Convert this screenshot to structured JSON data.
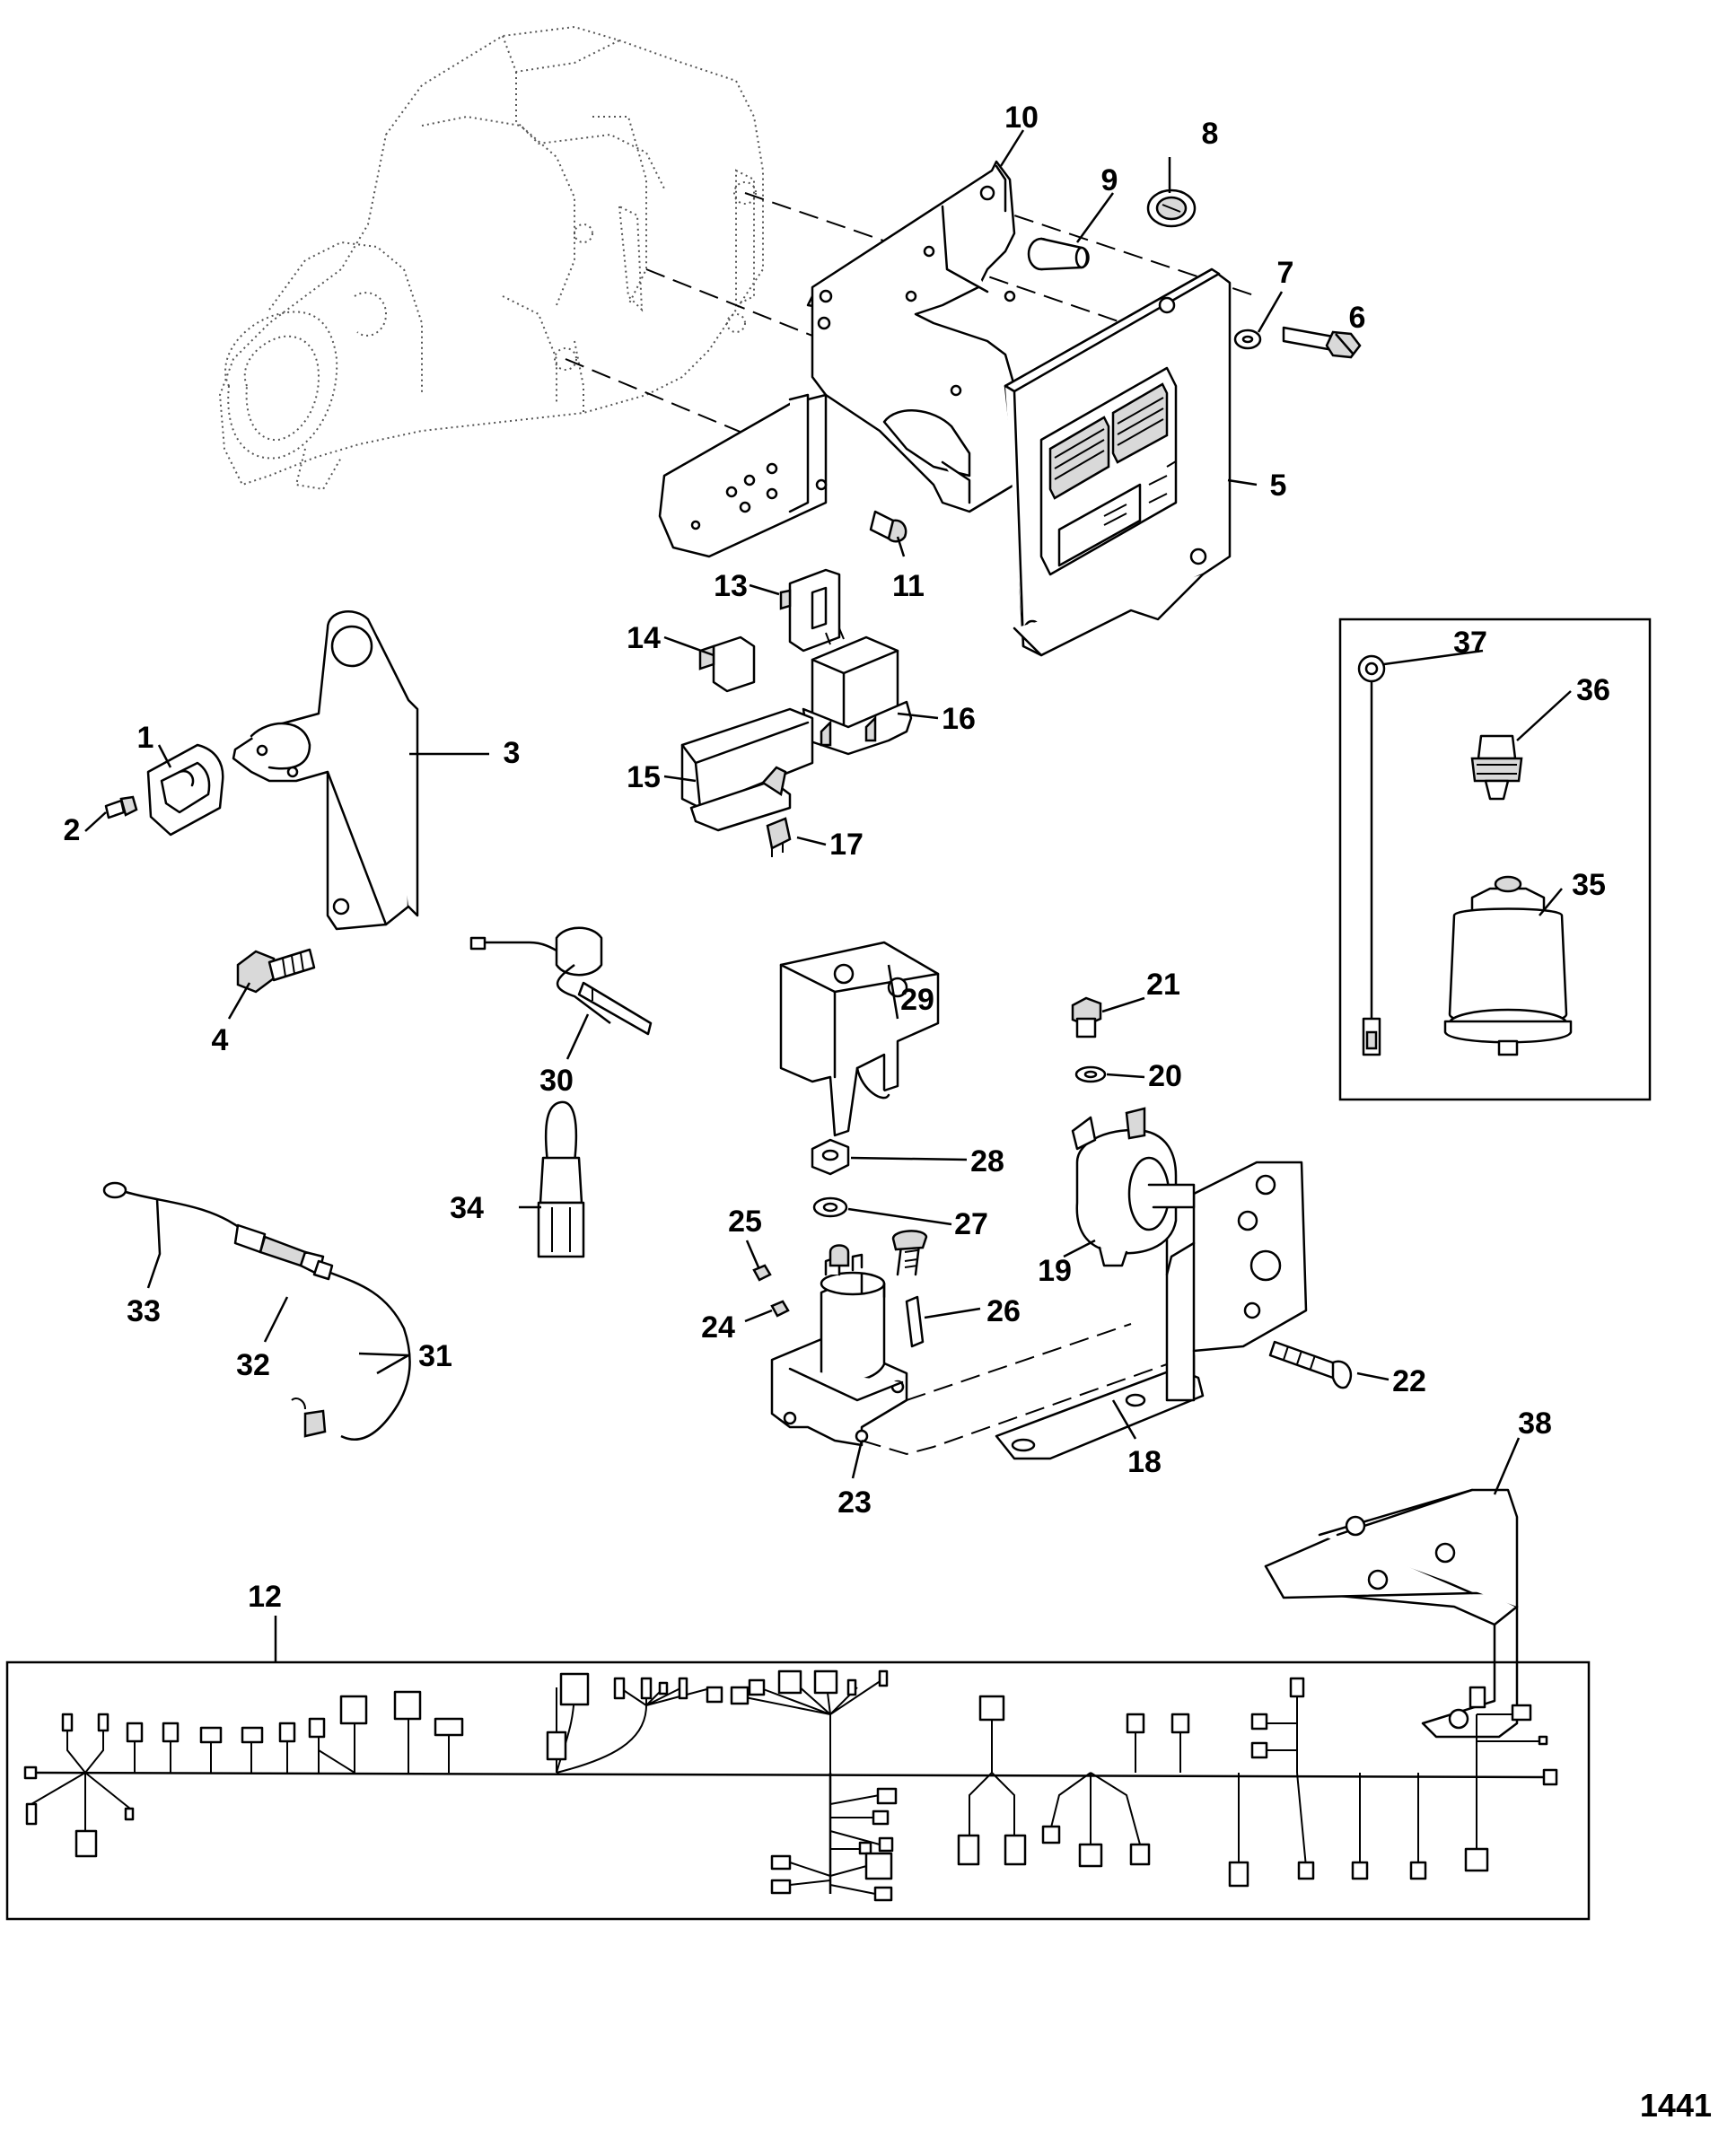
{
  "figure_number": "1441",
  "callouts": [
    "1",
    "2",
    "3",
    "4",
    "5",
    "6",
    "7",
    "8",
    "9",
    "10",
    "11",
    "12",
    "13",
    "14",
    "15",
    "16",
    "17",
    "18",
    "19",
    "20",
    "21",
    "22",
    "23",
    "24",
    "25",
    "26",
    "27",
    "28",
    "29",
    "30",
    "31",
    "32",
    "33",
    "34",
    "35",
    "36",
    "37",
    "38"
  ]
}
